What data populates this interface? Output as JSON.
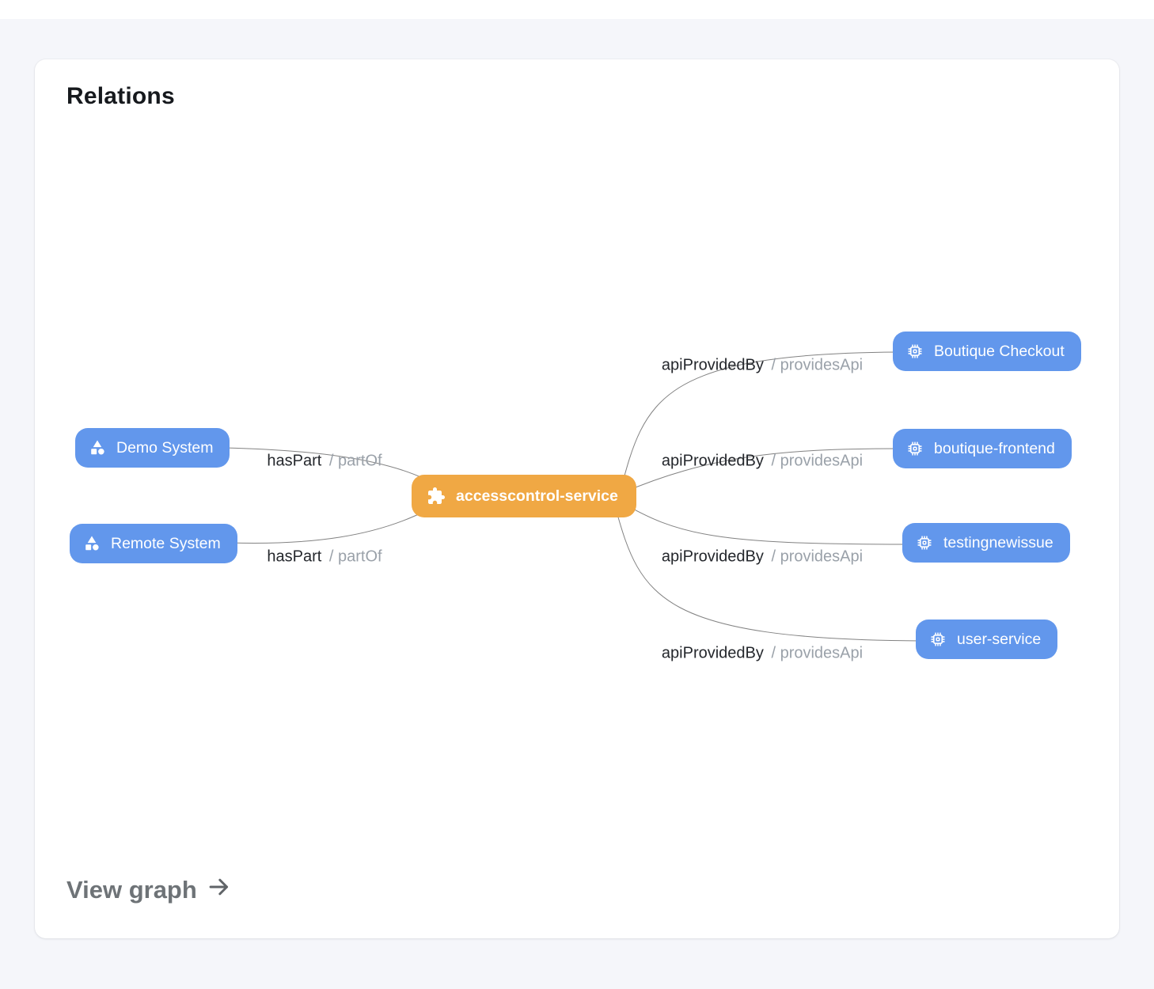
{
  "card": {
    "title": "Relations"
  },
  "footer": {
    "view_graph_label": "View graph",
    "icon": "arrow-right-icon"
  },
  "nodes": {
    "center": {
      "label": "accesscontrol-service",
      "icon": "puzzle-icon",
      "color": "#f0a844"
    },
    "demo_system": {
      "label": "Demo System",
      "icon": "system-icon",
      "color": "#6297ec"
    },
    "remote_system": {
      "label": "Remote System",
      "icon": "system-icon",
      "color": "#6297ec"
    },
    "boutique_checkout": {
      "label": "Boutique Checkout",
      "icon": "api-chip-icon",
      "color": "#6297ec"
    },
    "boutique_frontend": {
      "label": "boutique-frontend",
      "icon": "api-chip-icon",
      "color": "#6297ec"
    },
    "testingnewissue": {
      "label": "testingnewissue",
      "icon": "api-chip-icon",
      "color": "#6297ec"
    },
    "user_service": {
      "label": "user-service",
      "icon": "api-chip-icon",
      "color": "#6297ec"
    }
  },
  "edge_labels": {
    "has_part": {
      "primary": "hasPart",
      "secondary": "/ partOf"
    },
    "api_provided_by": {
      "primary": "apiProvidedBy",
      "secondary": "/ providesApi"
    }
  },
  "colors": {
    "page_background": "#f5f6fa",
    "card_background": "#ffffff",
    "node_blue": "#6297ec",
    "node_orange": "#f0a844",
    "edge_line": "#828282",
    "edge_label_primary": "#24272c",
    "edge_label_secondary": "#9aa1a9",
    "view_graph_text": "#6e7377"
  }
}
